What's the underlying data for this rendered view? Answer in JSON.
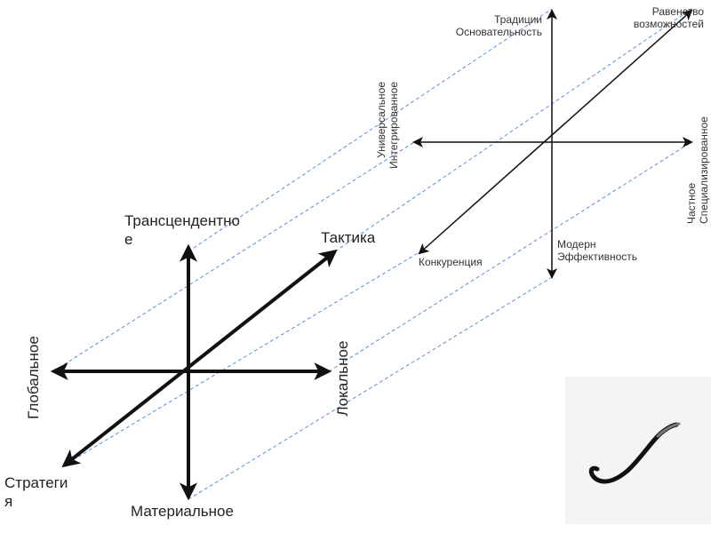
{
  "colors": {
    "axis": "#111111",
    "dashed": "#5b8fd6",
    "background": "#ffffff"
  },
  "left_diagram": {
    "top_line1": "Трансцендентно",
    "top_line2": "е",
    "bottom": "Материальное",
    "left": "Глобальное",
    "right": "Локальное",
    "upper_right": "Тактика",
    "lower_left_line1": "Стратеги",
    "lower_left_line2": "я"
  },
  "right_diagram": {
    "top_line1": "Традиции",
    "top_line2": "Основательность",
    "bottom_line1": "Модерн",
    "bottom_line2": "Эффективность",
    "left_line1": "Универсальное",
    "left_line2": "Интегрированное",
    "right_line1": "Частное",
    "right_line2": "Специализированное",
    "upper_right_line1": "Равенство",
    "upper_right_line2": "возможностей",
    "lower_left": "Конкуренция"
  },
  "logo": {
    "icon": "brush-stroke-icon"
  }
}
